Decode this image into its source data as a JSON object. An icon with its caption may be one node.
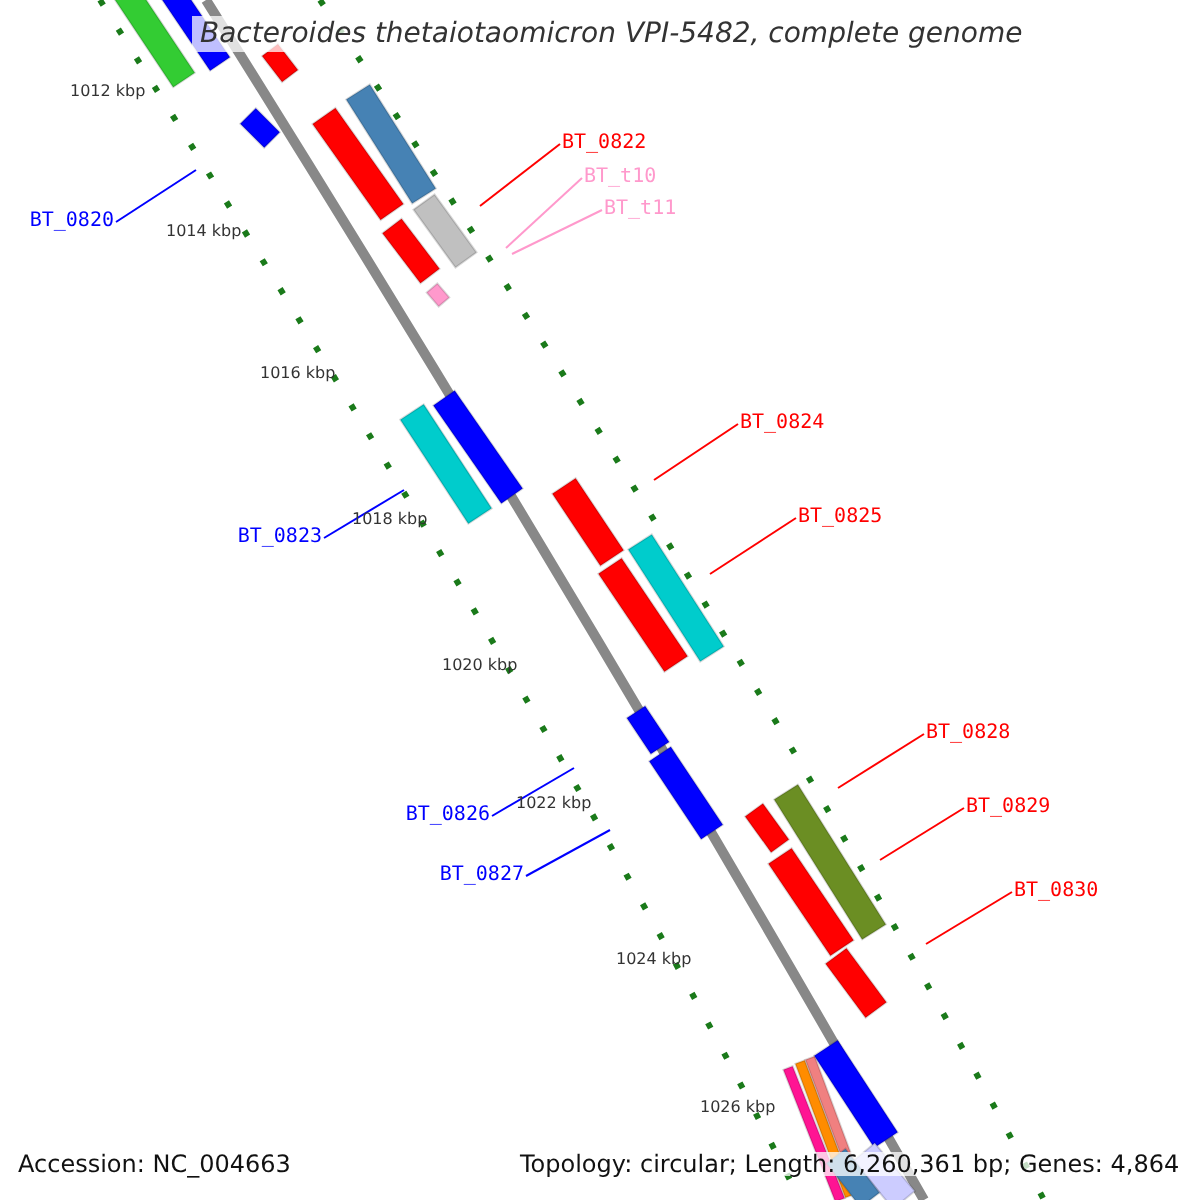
{
  "diagram": {
    "title": "Bacteroides thetaiotaomicron VPI-5482, complete genome",
    "nodes": [
      {
        "text": [
          "BT_0822"
        ]
      },
      {
        "text": [
          "BT_t10"
        ]
      },
      {
        "text": [
          "BT_t11"
        ]
      },
      {
        "text": [
          "BT_0820"
        ]
      },
      {
        "text": [
          "BT_0824"
        ]
      },
      {
        "text": [
          "BT_0825"
        ]
      },
      {
        "text": [
          "BT_0823"
        ]
      },
      {
        "text": [
          "BT_0828"
        ]
      },
      {
        "text": [
          "BT_0829"
        ]
      },
      {
        "text": [
          "BT_0826"
        ]
      },
      {
        "text": [
          "BT_0827"
        ]
      },
      {
        "text": [
          "BT_0830"
        ]
      }
    ],
    "edges": [
      {
        "from": 0,
        "to": null,
        "arrow": "none"
      },
      {
        "from": 1,
        "to": null,
        "arrow": "none",
        "color": "#ff99cc"
      },
      {
        "from": 2,
        "to": null,
        "arrow": "none",
        "color": "#ff99cc"
      },
      {
        "from": 3,
        "to": null,
        "arrow": "none",
        "color": "#0000ff"
      },
      {
        "from": 4,
        "to": null,
        "arrow": "none"
      },
      {
        "from": 5,
        "to": null,
        "arrow": "none"
      },
      {
        "from": 6,
        "to": null,
        "arrow": "none",
        "color": "#0000ff"
      },
      {
        "from": 7,
        "to": null,
        "arrow": "none"
      },
      {
        "from": 8,
        "to": null,
        "arrow": "none"
      },
      {
        "from": 9,
        "to": null,
        "arrow": "none",
        "color": "#0000ff"
      },
      {
        "from": 10,
        "to": null,
        "arrow": "none",
        "color": "#0000ff"
      },
      {
        "from": 11,
        "to": null,
        "arrow": "none"
      }
    ],
    "labels": [
      "1012 kbp",
      "1014 kbp",
      "1016 kbp",
      "1018 kbp",
      "1020 kbp",
      "1022 kbp",
      "1024 kbp",
      "1026 kbp",
      "Accession: NC_004663",
      "Topology: circular; Length: 6,260,361 bp; Genes: 4,864"
    ]
  }
}
